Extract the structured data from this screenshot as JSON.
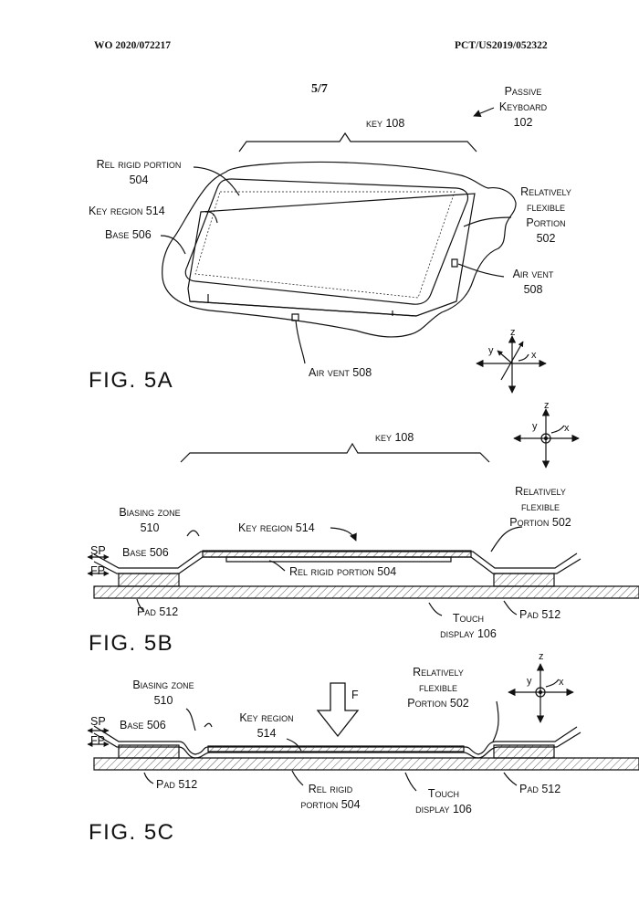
{
  "header": {
    "publication": "WO 2020/072217",
    "application": "PCT/US2019/052322",
    "sheet": "5/7"
  },
  "fig5a": {
    "caption": "FIG. 5A",
    "passive_keyboard": [
      "Passive",
      "Keyboard",
      "102"
    ],
    "key": "key 108",
    "rel_rigid_portion": [
      "Rel rigid portion",
      "504"
    ],
    "key_region": "Key region 514",
    "base": "Base 506",
    "relatively_flexible": [
      "Relatively",
      "flexible",
      "Portion",
      "502"
    ],
    "air_vent_right": [
      "Air vent",
      "508"
    ],
    "air_vent_bottom": "Air vent 508",
    "axes": {
      "x": "x",
      "y": "y",
      "z": "z"
    }
  },
  "fig5b": {
    "caption": "FIG. 5B",
    "key": "key 108",
    "biasing_zone": [
      "Biasing zone",
      "510"
    ],
    "key_region": "Key region 514",
    "relatively_flexible": [
      "Relatively",
      "flexible",
      "Portion 502"
    ],
    "sp": "SP",
    "fp": "FP",
    "base": "Base 506",
    "rel_rigid_portion": "Rel rigid portion 504",
    "pad_left": "Pad 512",
    "pad_right": "Pad 512",
    "touch_display": [
      "Touch",
      "display 106"
    ],
    "axes": {
      "x": "x",
      "y": "y",
      "z": "z"
    }
  },
  "fig5c": {
    "caption": "FIG. 5C",
    "biasing_zone": [
      "Biasing zone",
      "510"
    ],
    "force": "F",
    "key_region": [
      "Key region",
      "514"
    ],
    "relatively_flexible": [
      "Relatively",
      "flexible",
      "Portion 502"
    ],
    "sp": "SP",
    "fp": "FP",
    "base": "Base 506",
    "rel_rigid_portion": [
      "Rel rigid",
      "portion 504"
    ],
    "touch_display": [
      "Touch",
      "display 106"
    ],
    "pad_left": "Pad 512",
    "pad_right": "Pad 512",
    "axes": {
      "x": "x",
      "y": "y",
      "z": "z"
    }
  }
}
